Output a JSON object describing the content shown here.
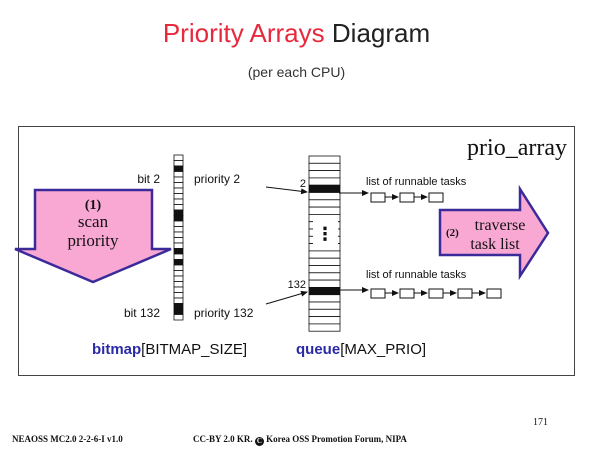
{
  "title": {
    "part1": "Priority Arrays",
    "part2": "Diagram"
  },
  "subtitle": "(per each CPU)",
  "panel_title": "prio_array",
  "bitmap": {
    "bit_top": "bit 2",
    "bit_bottom": "bit 132",
    "prio_top": "priority 2",
    "prio_bottom": "priority 132",
    "caption_bold": "bitmap",
    "caption_rest": "[BITMAP_SIZE]",
    "set_cells": [
      2,
      10,
      11,
      17,
      19,
      27,
      28
    ]
  },
  "queue": {
    "index_top": "2",
    "index_bottom": "132",
    "ellipsis": "⋮",
    "caption_bold": "queue",
    "caption_rest": "[MAX_PRIO]"
  },
  "lists": {
    "label_top": "list of  runnable tasks",
    "label_bottom": "list of  runnable tasks"
  },
  "step1": {
    "num": "(1)",
    "line1": "scan",
    "line2": "priority"
  },
  "step2": {
    "num": "(2)",
    "line1": "traverse",
    "line2": "task list"
  },
  "footer": {
    "left": "NEAOSS MC2.0 2-2-6-I v1.0",
    "center_pre": "CC-BY 2.0 KR.",
    "copyright_symbol": "C",
    "center_post": "Korea OSS Promotion Forum, NIPA",
    "page": "171"
  },
  "colors": {
    "title_red": "#e8283c",
    "arrow_fill": "#f9a8d4",
    "arrow_stroke": "#3a2a9a",
    "caption_blue": "#2a2aa8"
  }
}
